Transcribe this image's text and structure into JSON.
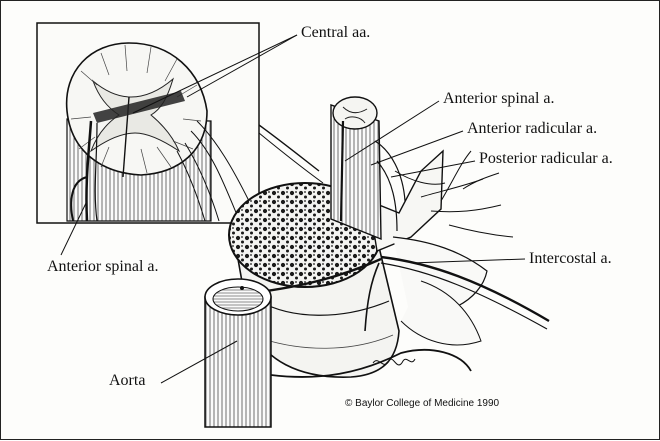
{
  "labels": {
    "central": "Central aa.",
    "anterior_spinal_top": "Anterior spinal a.",
    "anterior_radicular": "Anterior radicular a.",
    "posterior_radicular": "Posterior radicular a.",
    "intercostal": "Intercostal a.",
    "anterior_spinal_left": "Anterior spinal a.",
    "aorta": "Aorta"
  },
  "copyright": "© Baylor College of Medicine 1990"
}
